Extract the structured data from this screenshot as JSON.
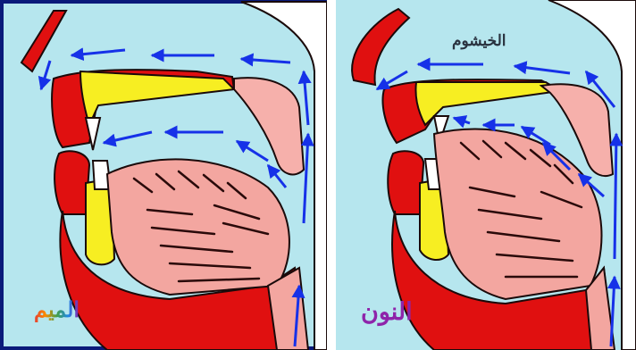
{
  "panels": [
    {
      "caption": "الميم",
      "caption_colors": [
        "#e53935",
        "#fb8c00",
        "#43a047",
        "#1e88e5",
        "#8e24aa"
      ],
      "border_color": "#0a1a7a"
    },
    {
      "caption": "النون",
      "caption_colors": [
        "#8e24aa",
        "#8e24aa",
        "#8e24aa",
        "#8e24aa",
        "#8e24aa"
      ],
      "nasal_label": "الخيشوم"
    }
  ],
  "colors": {
    "background": "#b6e6ee",
    "red_tissue": "#e01010",
    "yellow_bone": "#f7ee22",
    "tongue_pink": "#f3a6a0",
    "palate_pink": "#f6b0ab",
    "arrow_blue": "#1631e8",
    "outline": "#1a0a0a"
  },
  "icons": [
    "airflow-arrow",
    "tongue-muscle-stripes"
  ]
}
